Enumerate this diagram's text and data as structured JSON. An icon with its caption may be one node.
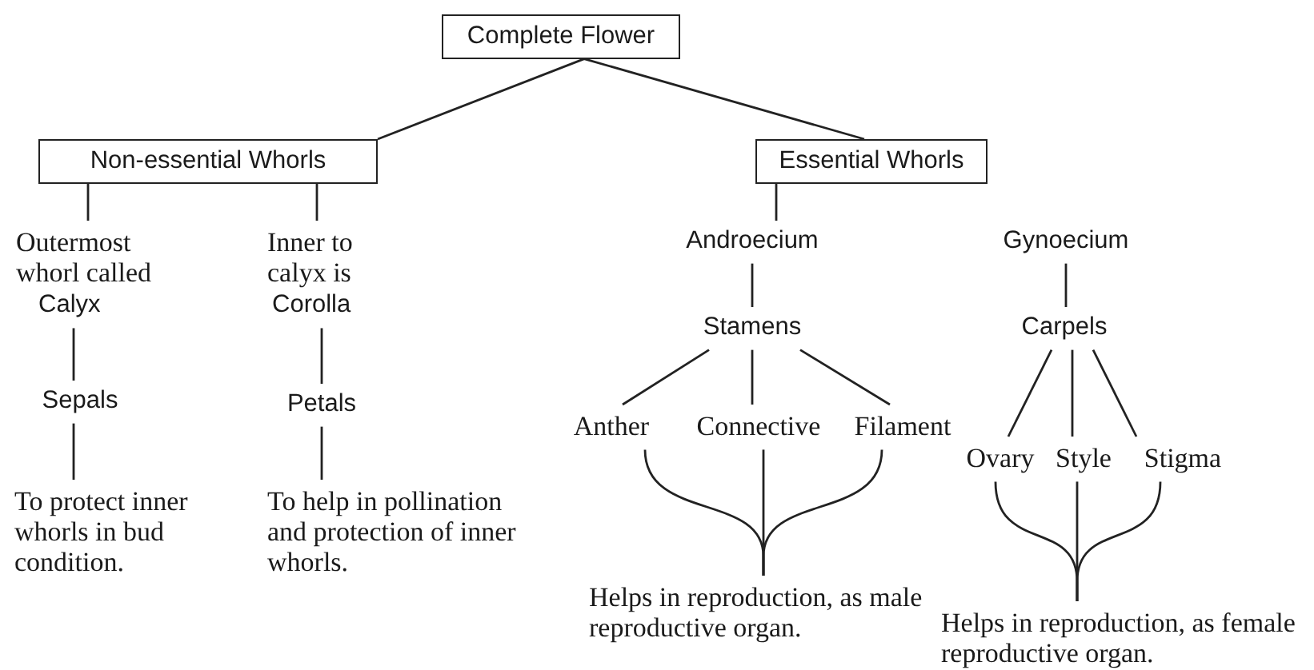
{
  "diagram": {
    "nodes": [
      {
        "text": [
          "Complete Flower"
        ]
      },
      {
        "text": [
          "Non-essential Whorls"
        ]
      },
      {
        "text": [
          "Essential Whorls"
        ]
      },
      {
        "text": [
          "Outermost whorl called",
          "Calyx"
        ]
      },
      {
        "text": [
          "Sepals"
        ]
      },
      {
        "text": [
          "To protect inner whorls in bud condition."
        ]
      },
      {
        "text": [
          "Inner to calyx is",
          "Corolla"
        ]
      },
      {
        "text": [
          "Petals"
        ]
      },
      {
        "text": [
          "To help in pollination and protection of inner whorls."
        ]
      },
      {
        "text": [
          "Androecium"
        ]
      },
      {
        "text": [
          "Stamens"
        ]
      },
      {
        "text": [
          "Anther"
        ]
      },
      {
        "text": [
          "Connective"
        ]
      },
      {
        "text": [
          "Filament"
        ]
      },
      {
        "text": [
          "Helps in reproduction, as male reproductive organ."
        ]
      },
      {
        "text": [
          "Gynoecium"
        ]
      },
      {
        "text": [
          "Carpels"
        ]
      },
      {
        "text": [
          "Ovary"
        ]
      },
      {
        "text": [
          "Style"
        ]
      },
      {
        "text": [
          "Stigma"
        ]
      },
      {
        "text": [
          "Helps in reproduction, as female reproductive organ."
        ]
      }
    ],
    "edges": [
      {
        "from": 0,
        "to": 1,
        "arrow": "none"
      },
      {
        "from": 0,
        "to": 2,
        "arrow": "none"
      },
      {
        "from": 1,
        "to": 3,
        "arrow": "none"
      },
      {
        "from": 3,
        "to": 4,
        "arrow": "none"
      },
      {
        "from": 4,
        "to": 5,
        "arrow": "none"
      },
      {
        "from": 1,
        "to": 6,
        "arrow": "none"
      },
      {
        "from": 6,
        "to": 7,
        "arrow": "none"
      },
      {
        "from": 7,
        "to": 8,
        "arrow": "none"
      },
      {
        "from": 2,
        "to": 9,
        "arrow": "none"
      },
      {
        "from": 9,
        "to": 10,
        "arrow": "none"
      },
      {
        "from": 10,
        "to": 11,
        "arrow": "none"
      },
      {
        "from": 10,
        "to": 12,
        "arrow": "none"
      },
      {
        "from": 10,
        "to": 13,
        "arrow": "none"
      },
      {
        "from": 11,
        "to": 14,
        "arrow": "none"
      },
      {
        "from": 12,
        "to": 14,
        "arrow": "none"
      },
      {
        "from": 13,
        "to": 14,
        "arrow": "none"
      },
      {
        "from": 15,
        "to": 16,
        "arrow": "none"
      },
      {
        "from": 16,
        "to": 17,
        "arrow": "none"
      },
      {
        "from": 16,
        "to": 18,
        "arrow": "none"
      },
      {
        "from": 16,
        "to": 19,
        "arrow": "none"
      },
      {
        "from": 17,
        "to": 20,
        "arrow": "none"
      },
      {
        "from": 18,
        "to": 20,
        "arrow": "none"
      },
      {
        "from": 19,
        "to": 20,
        "arrow": "none"
      }
    ]
  }
}
